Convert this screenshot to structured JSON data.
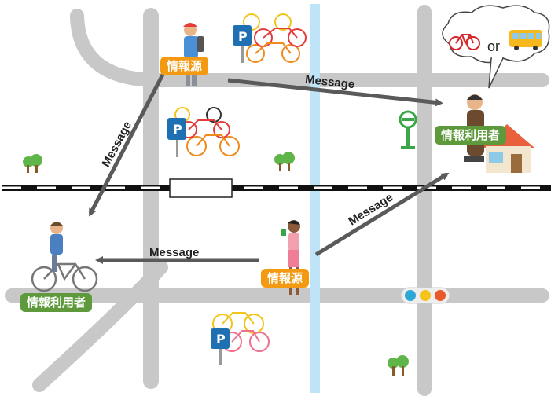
{
  "labels": {
    "source_top": "情報源",
    "source_bottom": "情報源",
    "user_right": "情報利用者",
    "user_left": "情報利用者"
  },
  "messages": {
    "top": "Message",
    "diagonal_left": "Message",
    "horizontal_bottom": "Message",
    "diagonal_right": "Message"
  },
  "bubble": {
    "or_text": "or"
  },
  "colors": {
    "road": "#c8c8c8",
    "river": "#bfe3f7",
    "source_tag": "#f39a12",
    "user_tag": "#5e9a3c",
    "arrow": "#5a5a5a",
    "parking_sign": "#1f6fb3",
    "bus_stop_sign": "#3aa64a"
  },
  "icons": [
    "bicycle-parking-icon",
    "bus-stop-icon",
    "traffic-light-icon",
    "tree-icon",
    "house-icon",
    "bus-icon",
    "bicycle-icon",
    "pedestrian-icon",
    "cyclist-icon"
  ]
}
